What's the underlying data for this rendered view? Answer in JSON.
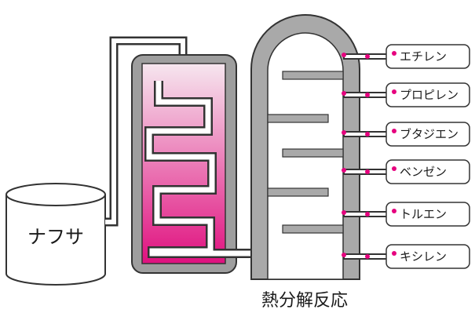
{
  "tank_label": "ナフサ",
  "caption": "熱分解反応",
  "products": [
    {
      "label": "エチレン"
    },
    {
      "label": "プロピレン"
    },
    {
      "label": "ブタジエン"
    },
    {
      "label": "ベンゼン"
    },
    {
      "label": "トルエン"
    },
    {
      "label": "キシレン"
    }
  ],
  "colors": {
    "gradient_top": "#f6e6ef",
    "gradient_bottom": "#e0117f",
    "shell": "#a9a9a9",
    "outline": "#333333",
    "dot": "#e6007e"
  }
}
